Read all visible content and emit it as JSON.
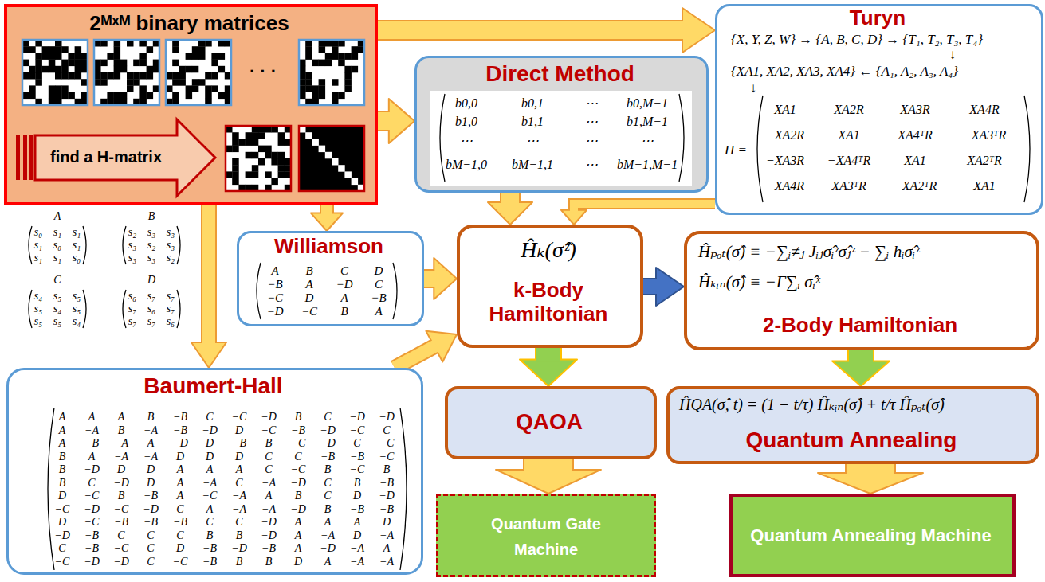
{
  "diagram": {
    "nodes": [
      {
        "text": [
          "2ᴹˣᴹ binary matrices"
        ]
      },
      {
        "text": [
          "find a H-matrix"
        ],
        "in": 0
      },
      {
        "text": [
          "Direct Method"
        ]
      },
      {
        "text": [
          "Turyn",
          "{X, Y, Z, W} → {A, B, C, D} → {T₁, T₂, T₃, T₄}",
          "{XA1, XA2, XA3, XA4} ← {A₁, A₂, A₃, A₄}"
        ]
      },
      {
        "text": [
          "Williamson"
        ]
      },
      {
        "text": [
          "Ĥₖ(σ̂ᶻ)",
          "k-Body Hamiltonian"
        ]
      },
      {
        "text": [
          "Ĥₚₒₜ(σ̂) ≡ −∑ᵢ≠ⱼ Jᵢⱼσ̂ᵢᶻσ̂ⱼᶻ − ∑ᵢ hᵢσ̂ᵢᶻ",
          "Ĥₖᵢₙ(σ̂) ≡ −Γ∑ᵢ σ̂ᵢˣ",
          "2-Body Hamiltonian"
        ]
      },
      {
        "text": [
          "QAOA"
        ]
      },
      {
        "text": [
          "ĤQA(σ̂, t) = (1 − t/τ) Ĥₖᵢₙ(σ̂) + t/τ Ĥₚₒₜ(σ̂)",
          "Quantum Annealing"
        ]
      },
      {
        "text": [
          "Quantum Gate Machine"
        ]
      },
      {
        "text": [
          "Quantum Annealing Machine"
        ]
      },
      {
        "text": [
          "Baumert-Hall"
        ]
      }
    ],
    "edges": [
      {
        "from": 0,
        "to": 3,
        "arrow": "to"
      },
      {
        "from": 0,
        "to": 2,
        "arrow": "to"
      },
      {
        "from": 0,
        "to": 4,
        "arrow": "to"
      },
      {
        "from": 0,
        "to": 11,
        "arrow": "to"
      },
      {
        "from": 2,
        "to": 5,
        "arrow": "to"
      },
      {
        "from": 3,
        "to": 5,
        "arrow": "to"
      },
      {
        "from": 4,
        "to": 5,
        "arrow": "to"
      },
      {
        "from": 11,
        "to": 5,
        "arrow": "to"
      },
      {
        "from": 5,
        "to": 6,
        "arrow": "to"
      },
      {
        "from": 5,
        "to": 7,
        "arrow": "to"
      },
      {
        "from": 6,
        "to": 8,
        "arrow": "to"
      },
      {
        "from": 7,
        "to": 9,
        "arrow": "to"
      },
      {
        "from": 8,
        "to": 10,
        "arrow": "to"
      }
    ],
    "labels": [
      "· · ·",
      "b0,0",
      "b0,1",
      "⋯",
      "b0,M−1",
      "b1,0",
      "b1,1",
      "⋯",
      "b1,M−1",
      "⋯",
      "⋯",
      "⋯",
      "⋯",
      "bM−1,0",
      "bM−1,1",
      "⋯",
      "bM−1,M−1",
      "↓",
      "↓",
      "H =",
      "XA1",
      "XA2R",
      "XA3R",
      "XA4R",
      "−XA2R",
      "XA1",
      "XA4ᵀR",
      "−XA3ᵀR",
      "−XA3R",
      "−XA4ᵀR",
      "XA1",
      "XA2ᵀR",
      "−XA4R",
      "XA3ᵀR",
      "−XA2ᵀR",
      "XA1",
      "A",
      "s₀",
      "s₁",
      "s₁",
      "s₁",
      "s₀",
      "s₁",
      "s₁",
      "s₁",
      "s₀",
      "B",
      "s₂",
      "s₃",
      "s₃",
      "s₃",
      "s₂",
      "s₃",
      "s₃",
      "s₃",
      "s₂",
      "C",
      "s₄",
      "s₅",
      "s₅",
      "s₅",
      "s₄",
      "s₅",
      "s₅",
      "s₅",
      "s₄",
      "D",
      "s₆",
      "s₇",
      "s₇",
      "s₇",
      "s₆",
      "s₇",
      "s₇",
      "s₇",
      "s₆",
      "A",
      "B",
      "C",
      "D",
      "−B",
      "A",
      "−D",
      "C",
      "−C",
      "D",
      "A",
      "−B",
      "−D",
      "−C",
      "B",
      "A",
      "A",
      "A",
      "A",
      "B",
      "−B",
      "C",
      "−C",
      "−D",
      "B",
      "C",
      "−D",
      "−D",
      "A",
      "−A",
      "B",
      "−A",
      "−B",
      "−D",
      "D",
      "−C",
      "−B",
      "−D",
      "−C",
      "C",
      "A",
      "−B",
      "−A",
      "A",
      "−D",
      "D",
      "−B",
      "B",
      "−C",
      "−D",
      "C",
      "−C",
      "B",
      "A",
      "−A",
      "−A",
      "D",
      "D",
      "D",
      "C",
      "C",
      "−B",
      "−B",
      "−C",
      "B",
      "−D",
      "D",
      "D",
      "A",
      "A",
      "A",
      "C",
      "−C",
      "B",
      "−C",
      "B",
      "B",
      "C",
      "−D",
      "D",
      "A",
      "−A",
      "C",
      "−A",
      "−D",
      "C",
      "B",
      "−B",
      "D",
      "−C",
      "B",
      "−B",
      "A",
      "−C",
      "−A",
      "A",
      "B",
      "C",
      "D",
      "−D",
      "−C",
      "−D",
      "−C",
      "−D",
      "C",
      "A",
      "−A",
      "−A",
      "−D",
      "B",
      "−B",
      "−B",
      "D",
      "−C",
      "−B",
      "−B",
      "−B",
      "C",
      "C",
      "−D",
      "A",
      "A",
      "A",
      "D",
      "−D",
      "−B",
      "C",
      "C",
      "C",
      "B",
      "B",
      "−D",
      "A",
      "−A",
      "D",
      "−A",
      "C",
      "−B",
      "−C",
      "C",
      "D",
      "−B",
      "−D",
      "−B",
      "A",
      "−D",
      "−A",
      "A",
      "−C",
      "−D",
      "−D",
      "C",
      "−C",
      "−B",
      "B",
      "B",
      "D",
      "A",
      "−A",
      "−A"
    ]
  }
}
